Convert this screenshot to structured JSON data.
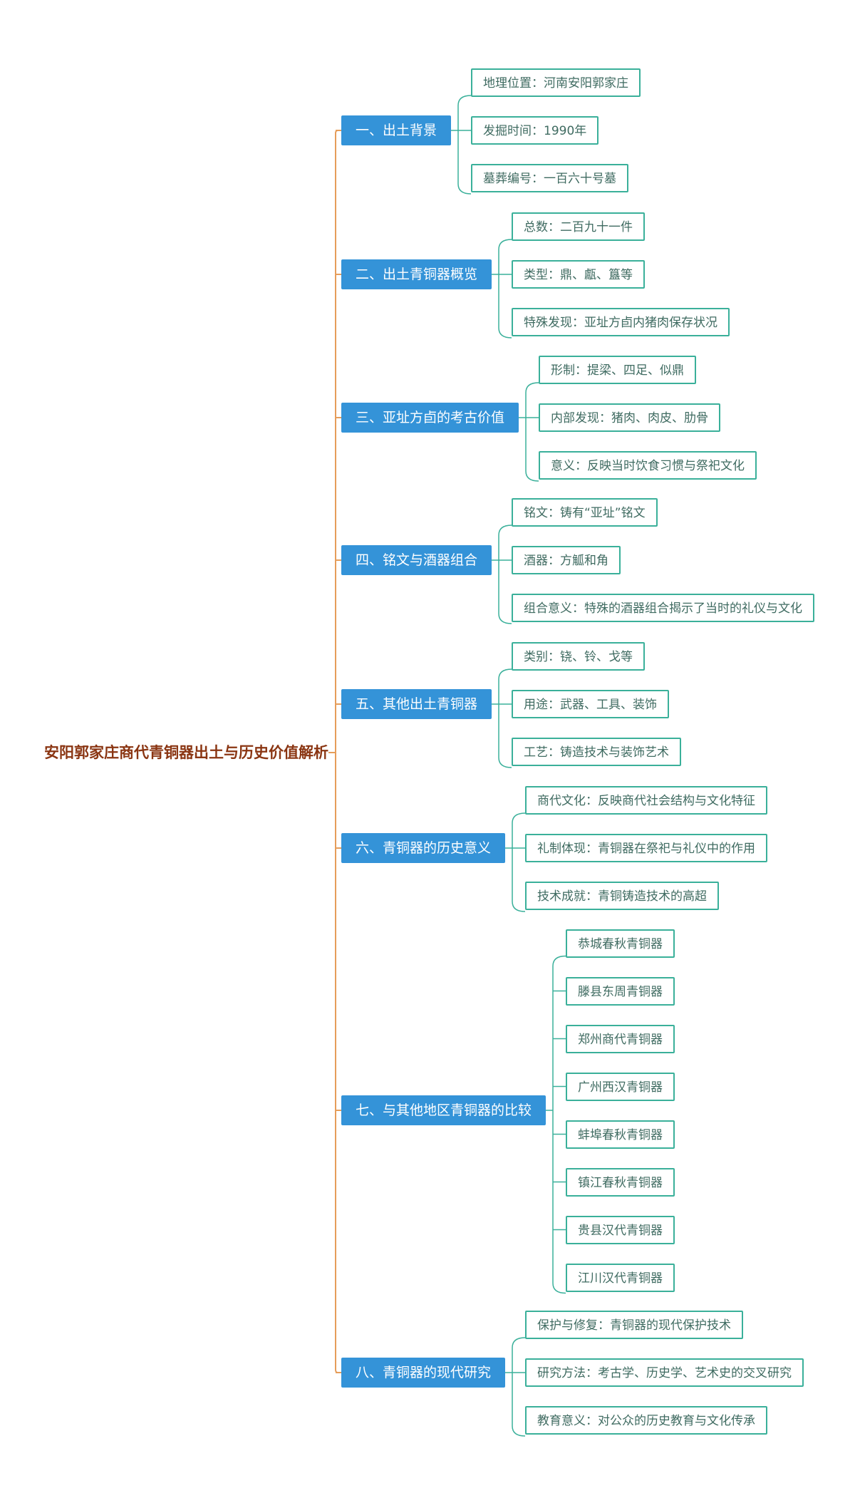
{
  "root": {
    "label": "安阳郭家庄商代青铜器出土与历史价值解析"
  },
  "colors": {
    "root_text": "#8a3512",
    "root_line": "#e69d5a",
    "category_fill": "#3493d8",
    "category_text": "#ffffff",
    "leaf_border": "#3ab09a",
    "leaf_text": "#3f6b61"
  },
  "categories": [
    {
      "label": "一、出土背景",
      "children": [
        "地理位置：河南安阳郭家庄",
        "发掘时间：1990年",
        "墓葬编号：一百六十号墓"
      ]
    },
    {
      "label": "二、出土青铜器概览",
      "children": [
        "总数：二百九十一件",
        "类型：鼎、甗、簋等",
        "特殊发现：亚址方卣内猪肉保存状况"
      ]
    },
    {
      "label": "三、亚址方卣的考古价值",
      "children": [
        "形制：提梁、四足、似鼎",
        "内部发现：猪肉、肉皮、肋骨",
        "意义：反映当时饮食习惯与祭祀文化"
      ]
    },
    {
      "label": "四、铭文与酒器组合",
      "children": [
        "铭文：铸有“亚址”铭文",
        "酒器：方觚和角",
        "组合意义：特殊的酒器组合揭示了当时的礼仪与文化"
      ]
    },
    {
      "label": "五、其他出土青铜器",
      "children": [
        "类别：铙、铃、戈等",
        "用途：武器、工具、装饰",
        "工艺：铸造技术与装饰艺术"
      ]
    },
    {
      "label": "六、青铜器的历史意义",
      "children": [
        "商代文化：反映商代社会结构与文化特征",
        "礼制体现：青铜器在祭祀与礼仪中的作用",
        "技术成就：青铜铸造技术的高超"
      ]
    },
    {
      "label": "七、与其他地区青铜器的比较",
      "children": [
        "恭城春秋青铜器",
        "滕县东周青铜器",
        "郑州商代青铜器",
        "广州西汉青铜器",
        "蚌埠春秋青铜器",
        "镇江春秋青铜器",
        "贵县汉代青铜器",
        "江川汉代青铜器"
      ]
    },
    {
      "label": "八、青铜器的现代研究",
      "children": [
        "保护与修复：青铜器的现代保护技术",
        "研究方法：考古学、历史学、艺术史的交叉研究",
        "教育意义：对公众的历史教育与文化传承"
      ]
    }
  ]
}
